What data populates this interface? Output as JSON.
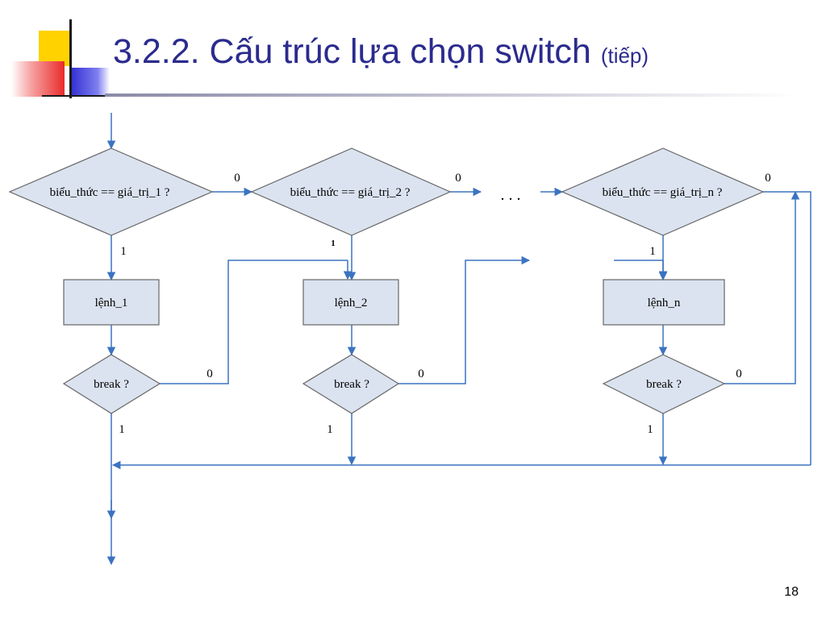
{
  "title": {
    "main": "3.2.2. Cấu trúc lựa chọn switch",
    "suffix": "(tiếp)"
  },
  "page_number": "18",
  "flowchart": {
    "conditions": [
      "biểu_thức == giá_trị_1 ?",
      "biểu_thức == giá_trị_2 ?",
      "biểu_thức == giá_trị_n ?"
    ],
    "statements": [
      "lệnh_1",
      "lệnh_2",
      "lệnh_n"
    ],
    "break_label": "break ?",
    "true_label": "1",
    "false_label": "0",
    "ellipsis": ". . .",
    "colors": {
      "shape_fill": "#dbe3f0",
      "shape_stroke": "#666666",
      "arrow": "#3b73c1"
    }
  }
}
